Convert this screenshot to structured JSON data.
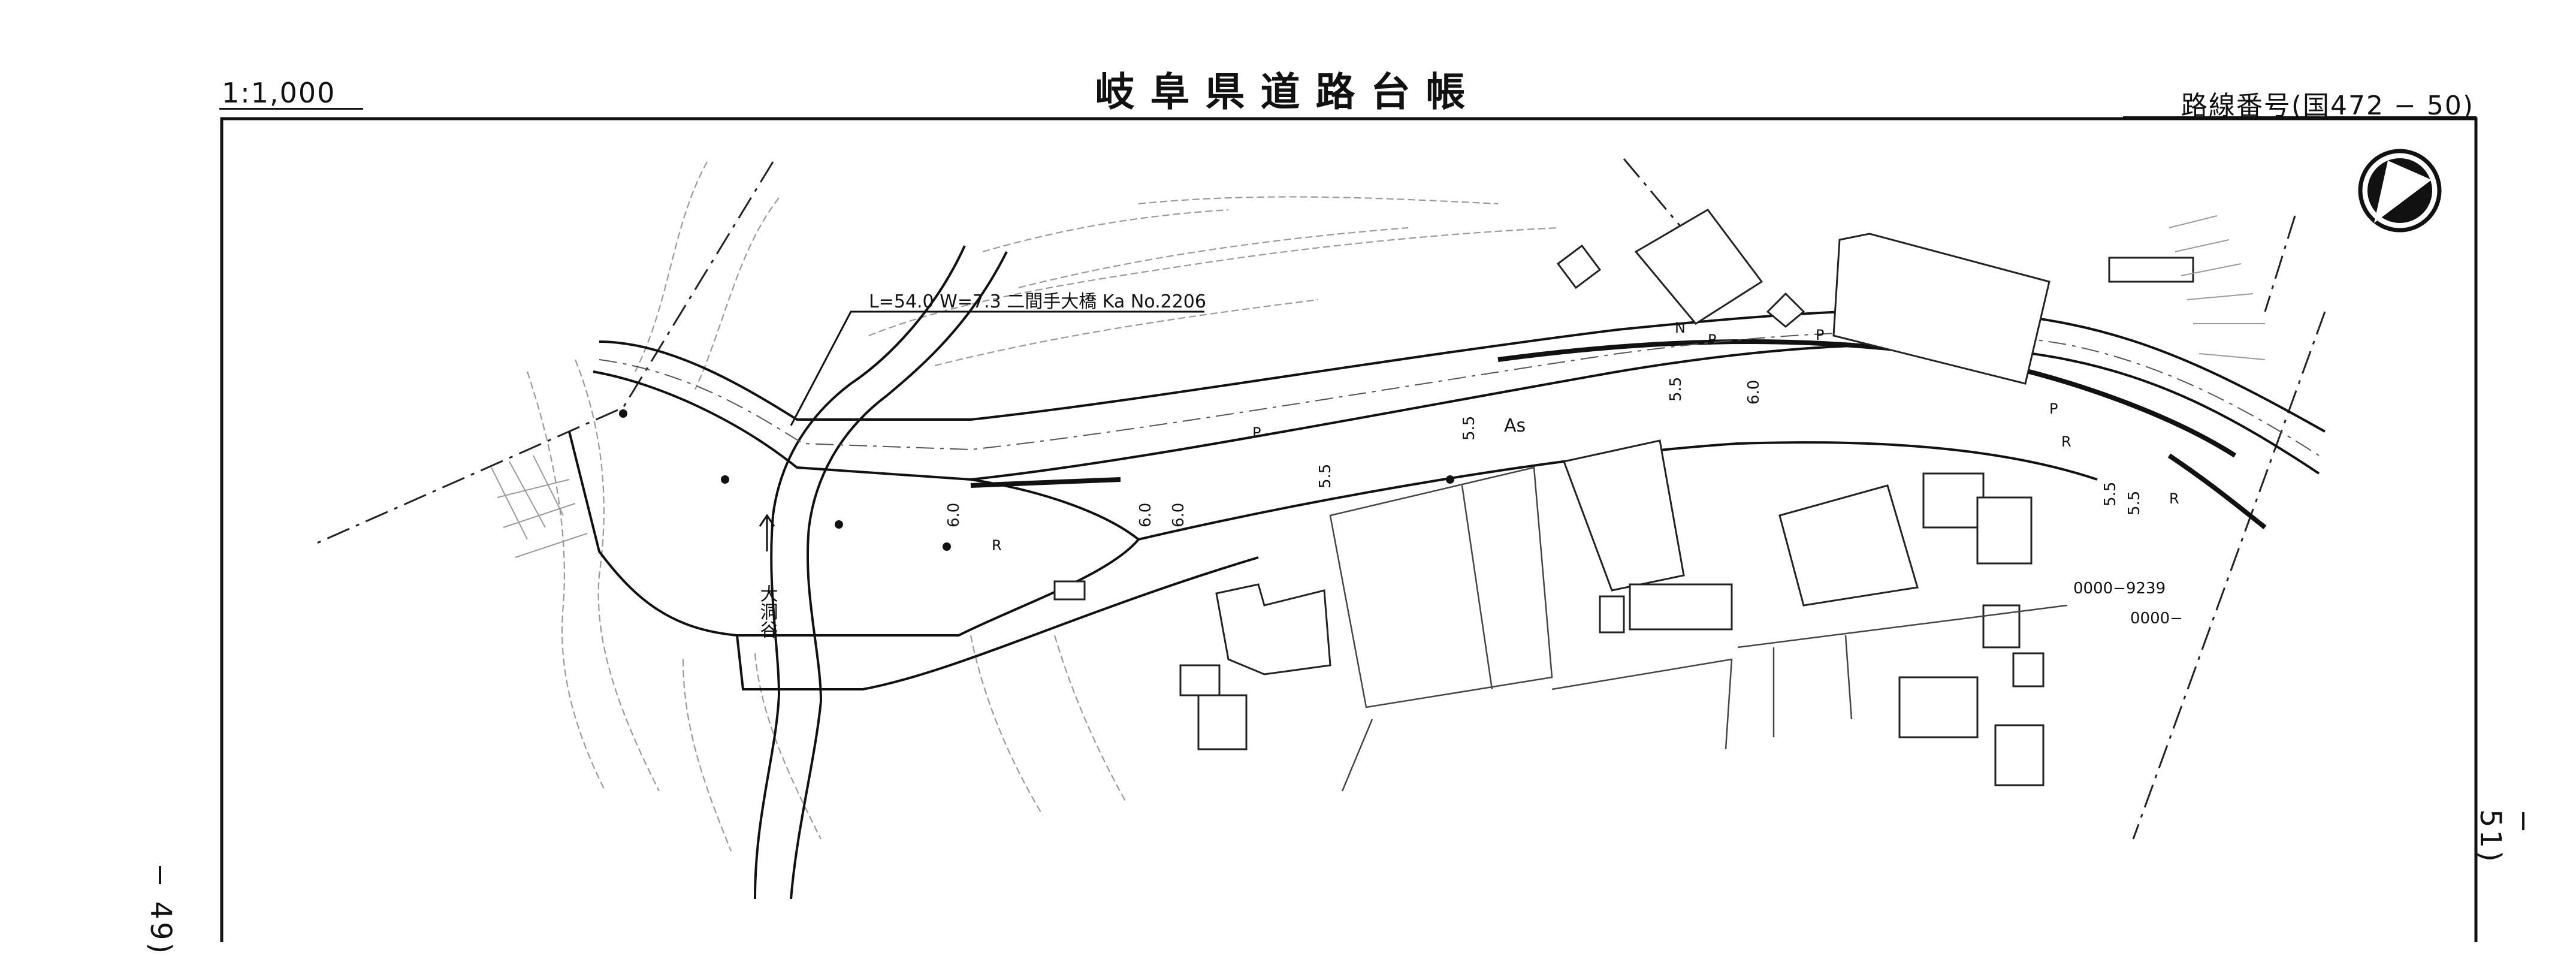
{
  "header": {
    "scale": "1:1,000",
    "title": "岐阜県道路台帳",
    "route_number": "路線番号(国472 − 50)"
  },
  "edges": {
    "left_sheet": "− 49)",
    "right_sheet": "− 51)"
  },
  "map": {
    "bridge_label": "L=54.0 W=7.3 二間手大橋 Ka No.2206",
    "river_label": "大洞谷",
    "surface_label": "As",
    "road_widths": [
      "6.0",
      "6.0",
      "6.0",
      "5.5",
      "5.5",
      "5.5",
      "6.0",
      "5.5",
      "5.5"
    ],
    "markers": [
      "P",
      "P",
      "P",
      "N",
      "R",
      "R",
      "R",
      "P"
    ],
    "point_codes": [
      "0000−9239",
      "0000−"
    ],
    "north_arrow": "north-arrow-icon"
  }
}
